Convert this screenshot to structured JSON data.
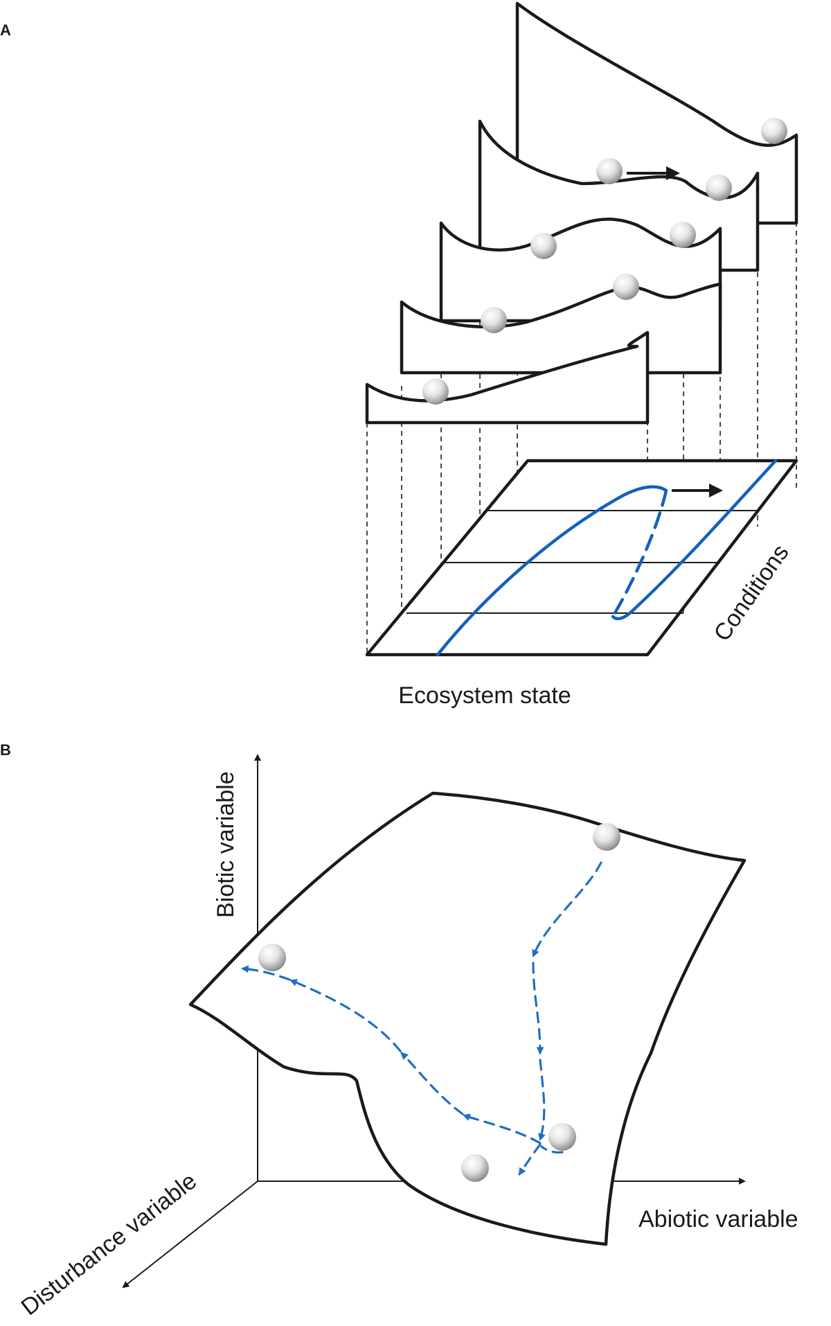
{
  "panel_a": {
    "letter": "A",
    "x_axis_label": "Ecosystem state",
    "y_axis_label": "Conditions",
    "bistable_line_color": "#1560bd"
  },
  "panel_b": {
    "letter": "B",
    "vertical_axis_label": "Biotic variable",
    "horizontal_axis_label": "Abiotic variable",
    "depth_axis_label": "Disturbance variable",
    "trajectory_color": "#1f6ec2"
  }
}
